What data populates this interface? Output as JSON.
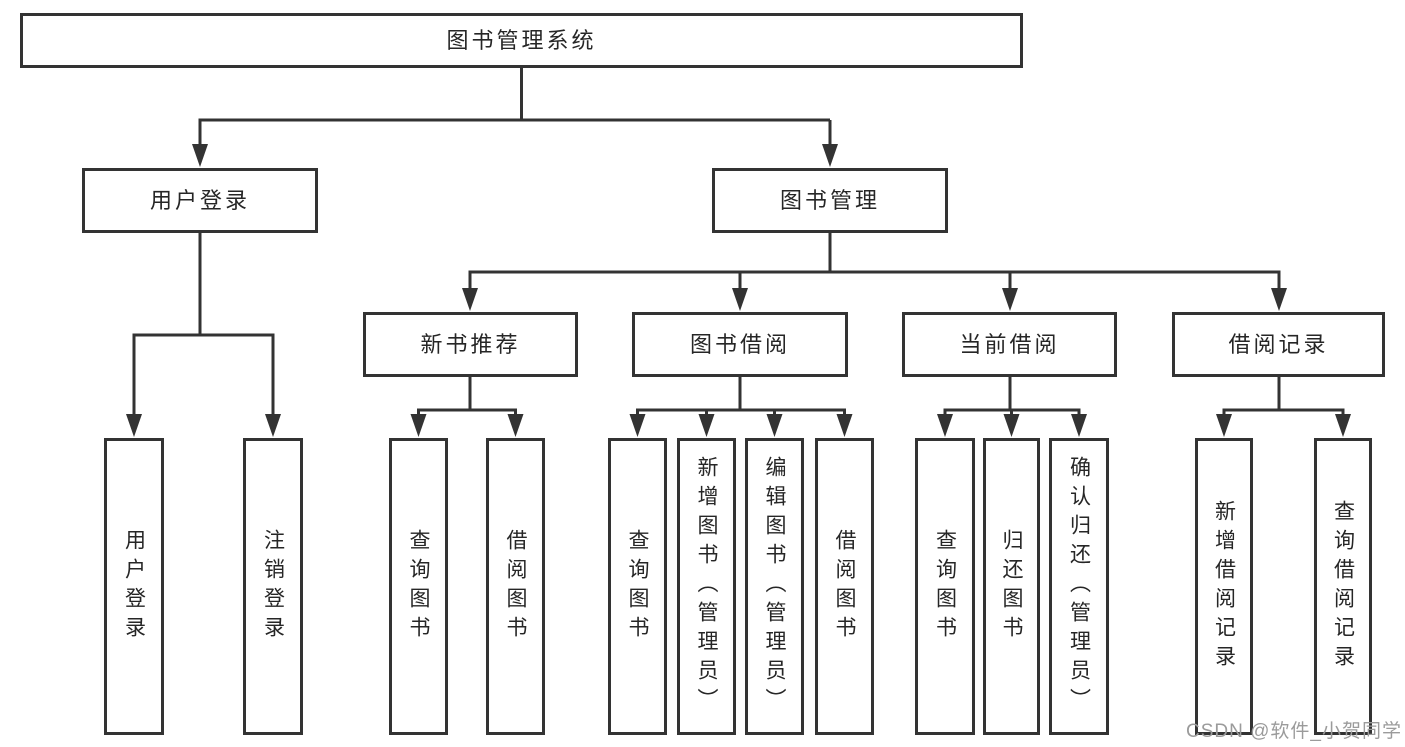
{
  "diagram": {
    "root_label": "图书管理系统",
    "branches": [
      {
        "label": "用户登录",
        "children": [
          {
            "label": "用户登录"
          },
          {
            "label": "注销登录"
          }
        ]
      },
      {
        "label": "图书管理",
        "children": [
          {
            "label": "新书推荐",
            "children": [
              {
                "label": "查询图书"
              },
              {
                "label": "借阅图书"
              }
            ]
          },
          {
            "label": "图书借阅",
            "children": [
              {
                "label": "查询图书"
              },
              {
                "label": "新增图书（管理员）"
              },
              {
                "label": "编辑图书（管理员）"
              },
              {
                "label": "借阅图书"
              }
            ]
          },
          {
            "label": "当前借阅",
            "children": [
              {
                "label": "查询图书"
              },
              {
                "label": "归还图书"
              },
              {
                "label": "确认归还（管理员）"
              }
            ]
          },
          {
            "label": "借阅记录",
            "children": [
              {
                "label": "新增借阅记录"
              },
              {
                "label": "查询借阅记录"
              }
            ]
          }
        ]
      }
    ]
  },
  "watermark": {
    "text": "CSDN @软件_小贺同学"
  },
  "colors": {
    "line": "#333333",
    "box_border": "#333333",
    "box_fill": "#ffffff",
    "text": "#262626",
    "watermark": "#9b9b9b",
    "background": "#ffffff"
  }
}
